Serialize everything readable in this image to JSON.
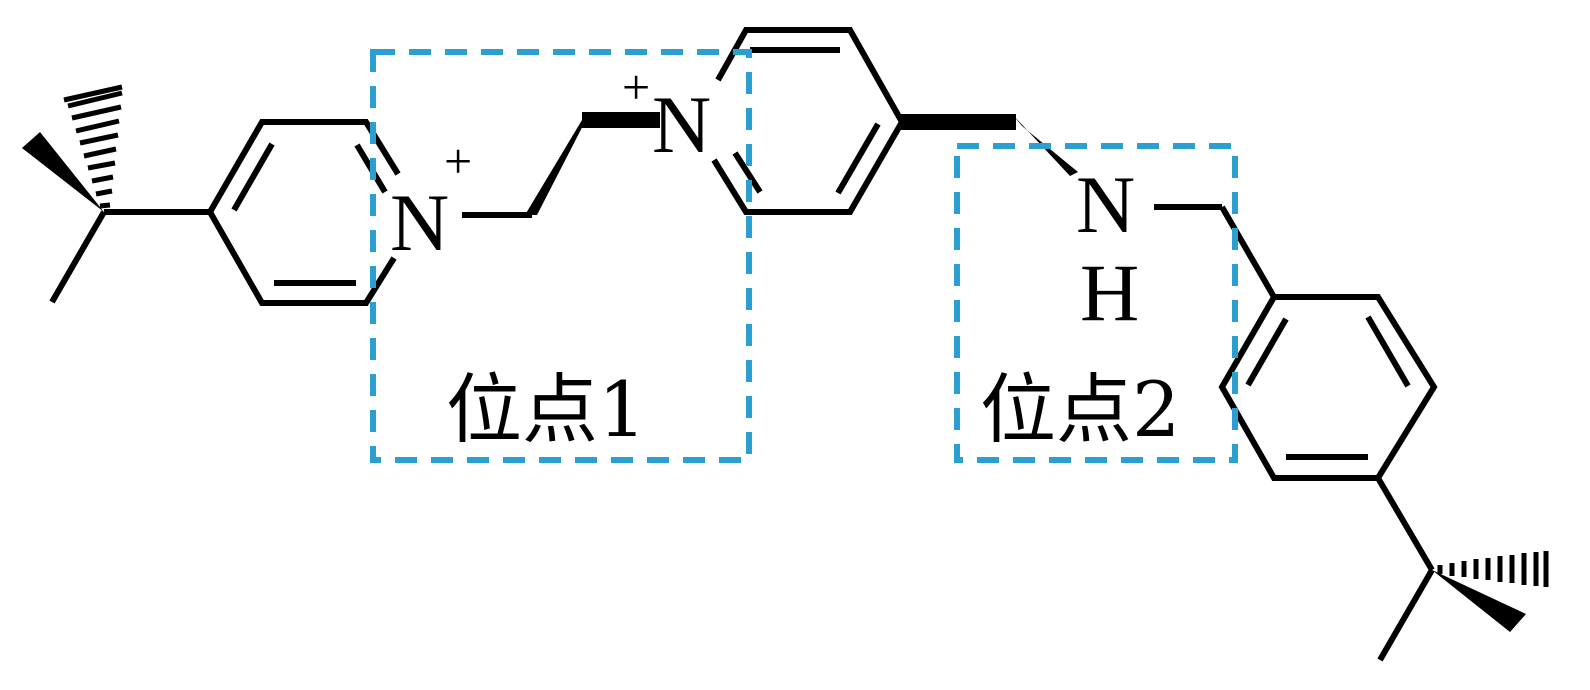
{
  "molecule": {
    "atoms": {
      "n_left": "N",
      "n_left_charge": "+",
      "n_right": "N",
      "n_right_charge": "+",
      "nh_n": "N",
      "nh_h": "H"
    }
  },
  "sites": [
    {
      "label": "位点1"
    },
    {
      "label": "位点2"
    }
  ],
  "colors": {
    "bond": "#000000",
    "site_box": "#2b9fd0",
    "background": "#ffffff"
  }
}
